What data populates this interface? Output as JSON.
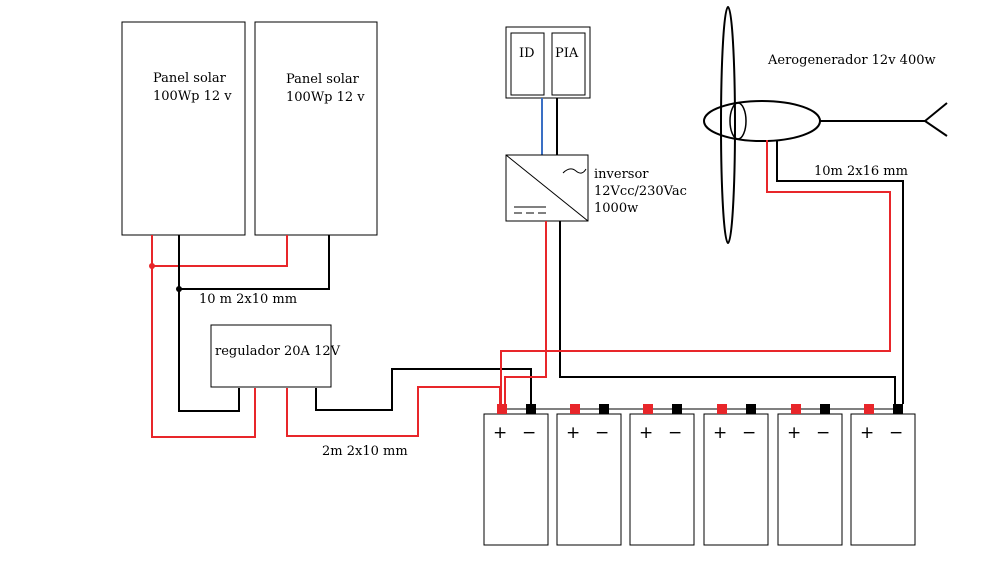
{
  "panels": [
    {
      "line1": "Panel solar",
      "line2": "100Wp 12 v"
    },
    {
      "line1": "Panel solar",
      "line2": "100Wp 12 v"
    }
  ],
  "breaker_box": {
    "id_label": "ID",
    "pia_label": "PIA"
  },
  "inverter": {
    "line1": "inversor",
    "line2": "12Vcc/230Vac",
    "line3": "1000w"
  },
  "wind_turbine": {
    "label": "Aerogenerador 12v 400w"
  },
  "regulator": {
    "label": "regulador 20A 12V"
  },
  "cables": {
    "panels_cable": "10 m   2x10 mm",
    "regulator_cable": "2m   2x10 mm",
    "turbine_cable": "10m   2x16 mm"
  },
  "batteries": {
    "count": 6,
    "plus_sign": "+",
    "minus_sign": "−"
  },
  "colors": {
    "positive_wire": "#e8262a",
    "negative_wire": "#000000",
    "ac_wire_blue": "#3a6fc4"
  }
}
